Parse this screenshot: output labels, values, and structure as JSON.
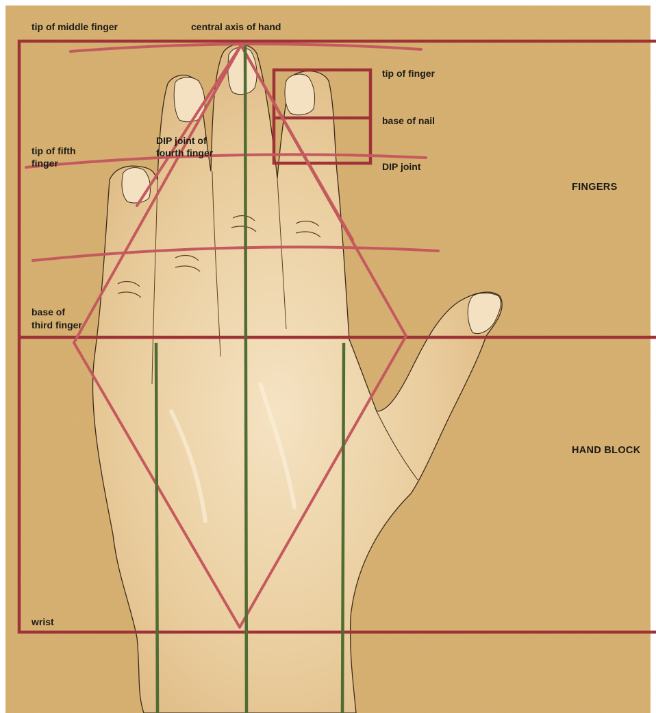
{
  "labels": {
    "tip_of_middle_finger": "tip of middle finger",
    "central_axis_of_hand": "central axis of hand",
    "tip_of_finger": "tip of finger",
    "base_of_nail": "base of nail",
    "tip_of_fifth_finger_line1": "tip of fifth",
    "tip_of_fifth_finger_line2": "finger",
    "dip_joint_of_fourth_finger_line1": "DIP joint of",
    "dip_joint_of_fourth_finger_line2": "fourth finger",
    "dip_joint": "DIP joint",
    "fingers": "FINGERS",
    "base_of_third_finger_line1": "base of",
    "base_of_third_finger_line2": "third finger",
    "hand_block": "HAND BLOCK",
    "wrist": "wrist"
  },
  "colors": {
    "paper": "#d7b070",
    "paper_dark": "#c9a060",
    "guide_red": "#9e3337",
    "guide_pink": "#c45a5e",
    "axis_green": "#4f6d32",
    "skin": "#e6c592",
    "skin_light": "#f4e2c2",
    "pencil": "#3b2a1a"
  }
}
